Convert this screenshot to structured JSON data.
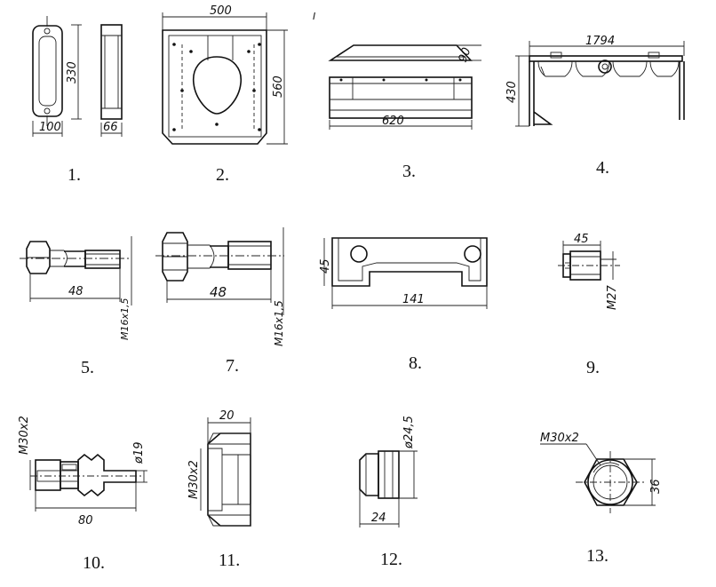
{
  "mark": "I",
  "items": [
    {
      "number": "1.",
      "dims": [
        "330",
        "100",
        "66"
      ]
    },
    {
      "number": "2.",
      "dims": [
        "500",
        "560"
      ]
    },
    {
      "number": "3.",
      "dims": [
        "90",
        "620"
      ]
    },
    {
      "number": "4.",
      "dims": [
        "1794",
        "430"
      ]
    },
    {
      "number": "5.",
      "dims": [
        "48",
        "M16x1,5"
      ]
    },
    {
      "number": "7.",
      "dims": [
        "48",
        "M16x1,5"
      ]
    },
    {
      "number": "8.",
      "dims": [
        "45",
        "141"
      ]
    },
    {
      "number": "9.",
      "dims": [
        "45",
        "M27"
      ]
    },
    {
      "number": "10.",
      "dims": [
        "M30x2",
        "ø19",
        "80"
      ]
    },
    {
      "number": "11.",
      "dims": [
        "20",
        "M30x2"
      ]
    },
    {
      "number": "12.",
      "dims": [
        "ø24,5",
        "24"
      ]
    },
    {
      "number": "13.",
      "dims": [
        "M30x2",
        "36"
      ]
    }
  ]
}
